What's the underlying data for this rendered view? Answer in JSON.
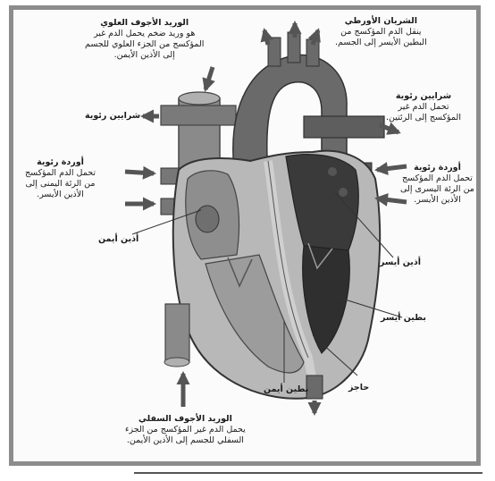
{
  "labels": {
    "svc": {
      "title": "الوريد الأجوف العلوي",
      "lines": [
        "هو وريد ضخم يحمل الدم غير",
        "المؤكسج من الجزء العلوي للجسم",
        "إلى الأذين الأيمن."
      ]
    },
    "aorta": {
      "title": "الشريان الأورطي",
      "lines": [
        "ينقل الدم المؤكسج من",
        "البطين الأيسر إلى الجسم."
      ]
    },
    "pulm_artery_left": {
      "title": "شرايين رئوية"
    },
    "pulm_artery_right": {
      "title": "شرايين رئوية",
      "lines": [
        "تحمل الدم غير",
        "المؤكسج إلى الرئتين."
      ]
    },
    "pulm_veins_left": {
      "title": "أوردة رئوية",
      "lines": [
        "تحمل الدم المؤكسج",
        "من الرئة اليمنى إلى",
        "الأذين الأيسر."
      ]
    },
    "pulm_veins_right": {
      "title": "أوردة رئوية",
      "lines": [
        "تحمل الدم المؤكسج",
        "من الرئة اليسرى إلى",
        "الأذين الأيسر."
      ]
    },
    "right_atrium": {
      "title": "أذين أيمن"
    },
    "left_atrium": {
      "title": "أذين أيسر"
    },
    "left_ventricle": {
      "title": "بطين أيسر"
    },
    "septum": {
      "title": "حاجز"
    },
    "right_ventricle": {
      "title": "بطين أيمن"
    },
    "ivc": {
      "title": "الوريد الأجوف السفلي",
      "lines": [
        "يحمل الدم غير المؤكسج من الجزء",
        "السفلي للجسم إلى الأذين الأيمن."
      ]
    }
  }
}
